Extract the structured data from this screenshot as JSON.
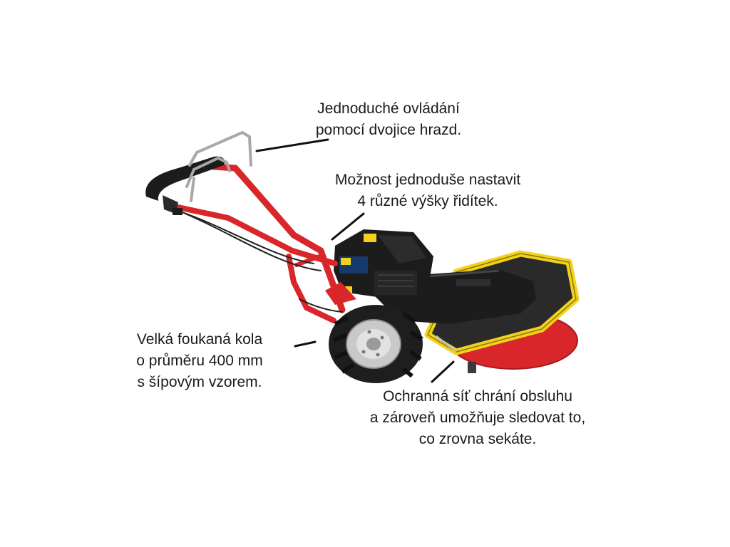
{
  "annotations": {
    "handles": {
      "lines": [
        "Jednoduché ovládání",
        "pomocí dvojice hrazd."
      ]
    },
    "height": {
      "lines": [
        "Možnost jednoduše nastavit",
        "4 různé výšky řidítek."
      ]
    },
    "wheels": {
      "lines": [
        "Velká foukaná kola",
        "o průměru 400 mm",
        "s šípovým vzorem."
      ]
    },
    "net": {
      "lines": [
        "Ochranná síť chrání obsluhu",
        "a zároveň umožňuje sledovat to,",
        "co zrovna sekáte."
      ]
    }
  },
  "colors": {
    "frame_red": "#d9262b",
    "engine_black": "#1c1c1c",
    "guard_yellow": "#f2d21b",
    "net_black": "#2a2a2a",
    "tire_black": "#1e1e1e",
    "rim_silver": "#c9c9c9"
  }
}
